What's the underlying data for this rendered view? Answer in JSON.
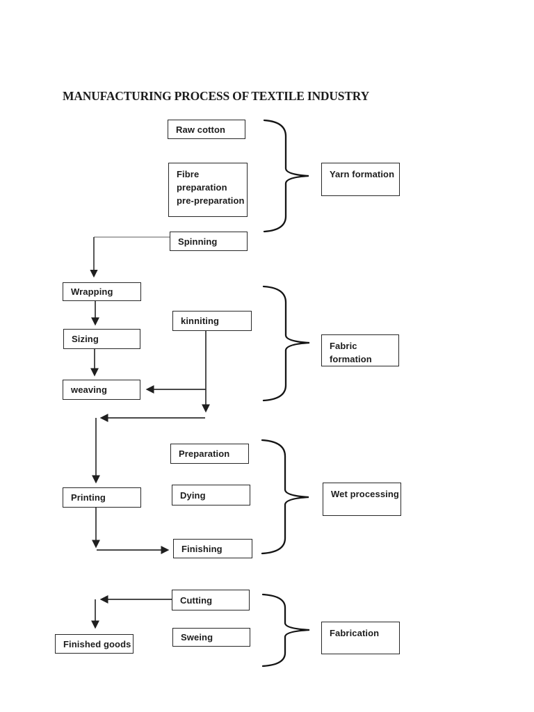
{
  "title": "MANUFACTURING PROCESS OF TEXTILE INDUSTRY",
  "boxes": {
    "raw_cotton": "Raw cotton",
    "fibre_preparation": "Fibre\npreparation\npre-preparation",
    "spinning": "Spinning",
    "wrapping": "Wrapping",
    "sizing": "Sizing",
    "kinniting": "kinniting",
    "weaving": "weaving",
    "preparation": "Preparation",
    "dying": "Dying",
    "printing": "Printing",
    "finishing": "Finishing",
    "cutting": "Cutting",
    "sweing": "Sweing",
    "finished_goods": "Finished goods"
  },
  "groups": {
    "yarn_formation": "Yarn formation",
    "fabric_formation": "Fabric\nformation",
    "wet_processing": "Wet processing",
    "fabrication": "Fabrication"
  },
  "arrows": [
    {
      "from": "Spinning",
      "to": "Wrapping"
    },
    {
      "from": "Wrapping",
      "to": "Sizing"
    },
    {
      "from": "Sizing",
      "to": "weaving"
    },
    {
      "from": "kinniting",
      "to": "weaving"
    },
    {
      "from": "kinniting",
      "to": "Printing"
    },
    {
      "from": "Printing",
      "to": "Finishing"
    },
    {
      "from": "Cutting",
      "to": "Finished goods"
    }
  ],
  "brace_groups": [
    {
      "label": "Yarn formation",
      "covers": [
        "Raw cotton",
        "Fibre preparation pre-preparation",
        "Spinning"
      ]
    },
    {
      "label": "Fabric formation",
      "covers": [
        "Wrapping",
        "Sizing",
        "kinniting",
        "weaving"
      ]
    },
    {
      "label": "Wet processing",
      "covers": [
        "Preparation",
        "Dying",
        "Printing",
        "Finishing"
      ]
    },
    {
      "label": "Fabrication",
      "covers": [
        "Cutting",
        "Sweing",
        "Finished goods"
      ]
    }
  ],
  "colors": {
    "background": "#ffffff",
    "ink": "#1c1c1c",
    "line": "#2e2e2e",
    "faint_line": "#7d7d7d"
  }
}
